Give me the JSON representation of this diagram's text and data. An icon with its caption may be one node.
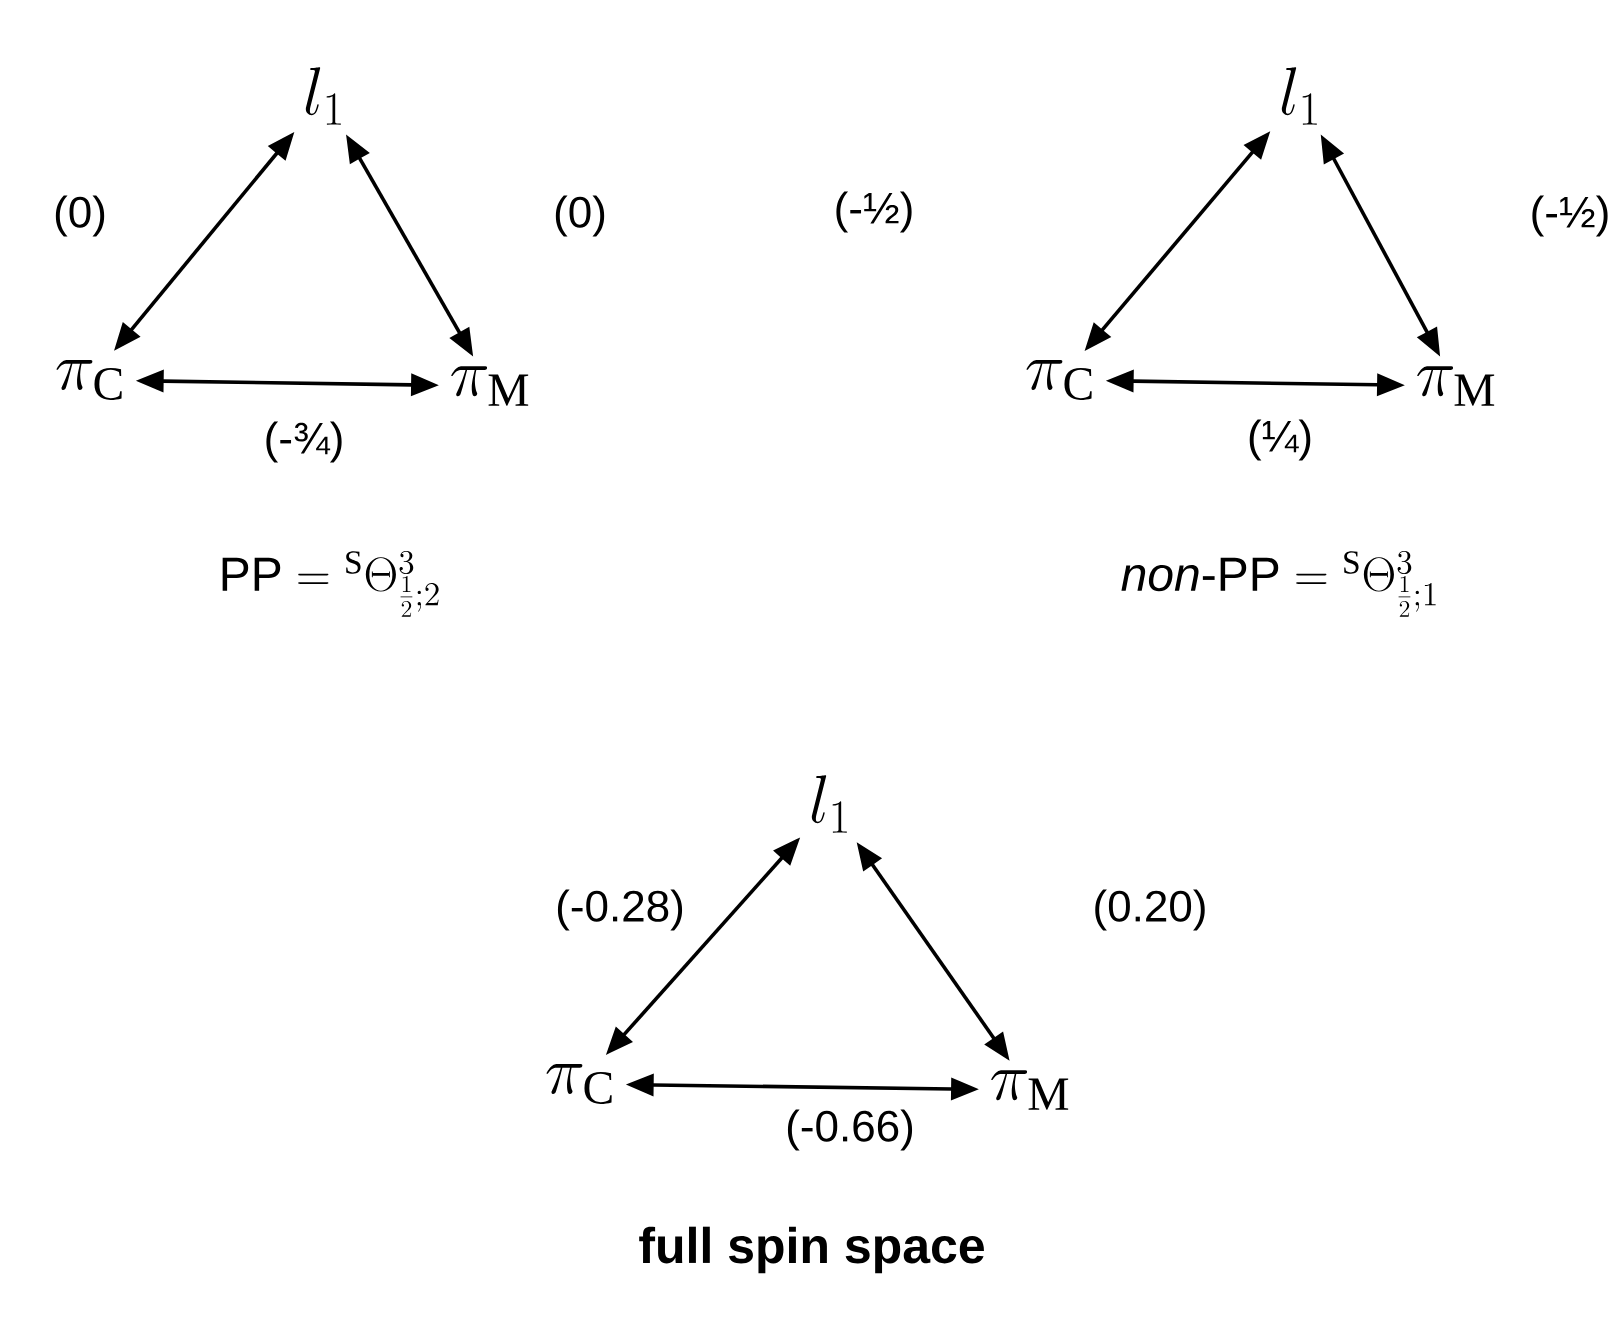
{
  "diagram": {
    "caption": "full spin space",
    "nodes": [
      {
        "text": [
          "l_1"
        ]
      },
      {
        "text": [
          "\\pi_{\\mathrm{C}}"
        ]
      },
      {
        "text": [
          "\\pi_{\\mathrm{M}}"
        ]
      },
      {
        "text": [
          "l_1"
        ]
      },
      {
        "text": [
          "\\pi_{\\mathrm{C}}"
        ]
      },
      {
        "text": [
          "\\pi_{\\mathrm{M}}"
        ]
      },
      {
        "text": [
          "l_1"
        ]
      },
      {
        "text": [
          "\\pi_{\\mathrm{C}}"
        ]
      },
      {
        "text": [
          "\\pi_{\\mathrm{M}}"
        ]
      }
    ],
    "edges": [
      {
        "from": 0,
        "to": 1,
        "arrow": "both",
        "label": "(0)"
      },
      {
        "from": 0,
        "to": 2,
        "arrow": "both",
        "label": "(0)"
      },
      {
        "from": 1,
        "to": 2,
        "arrow": "both",
        "label": "(-¾)"
      },
      {
        "from": 3,
        "to": 4,
        "arrow": "both",
        "label": "(-½)"
      },
      {
        "from": 3,
        "to": 5,
        "arrow": "both",
        "label": "(-½)"
      },
      {
        "from": 4,
        "to": 5,
        "arrow": "both",
        "label": "(¼)"
      },
      {
        "from": 6,
        "to": 7,
        "arrow": "both",
        "label": "(-0.28)"
      },
      {
        "from": 6,
        "to": 8,
        "arrow": "both",
        "label": "(0.20)"
      },
      {
        "from": 7,
        "to": 8,
        "arrow": "both",
        "label": "(-0.66)"
      }
    ],
    "labels": [
      "\\textsf{PP} = {}^{\\mathrm{S}}\\Theta^{3}_{\\frac{1}{2};2}",
      "\\textsf{\\textit{non}-PP} = {}^{\\mathrm{S}}\\Theta^{3}_{\\frac{1}{2};1}"
    ]
  }
}
